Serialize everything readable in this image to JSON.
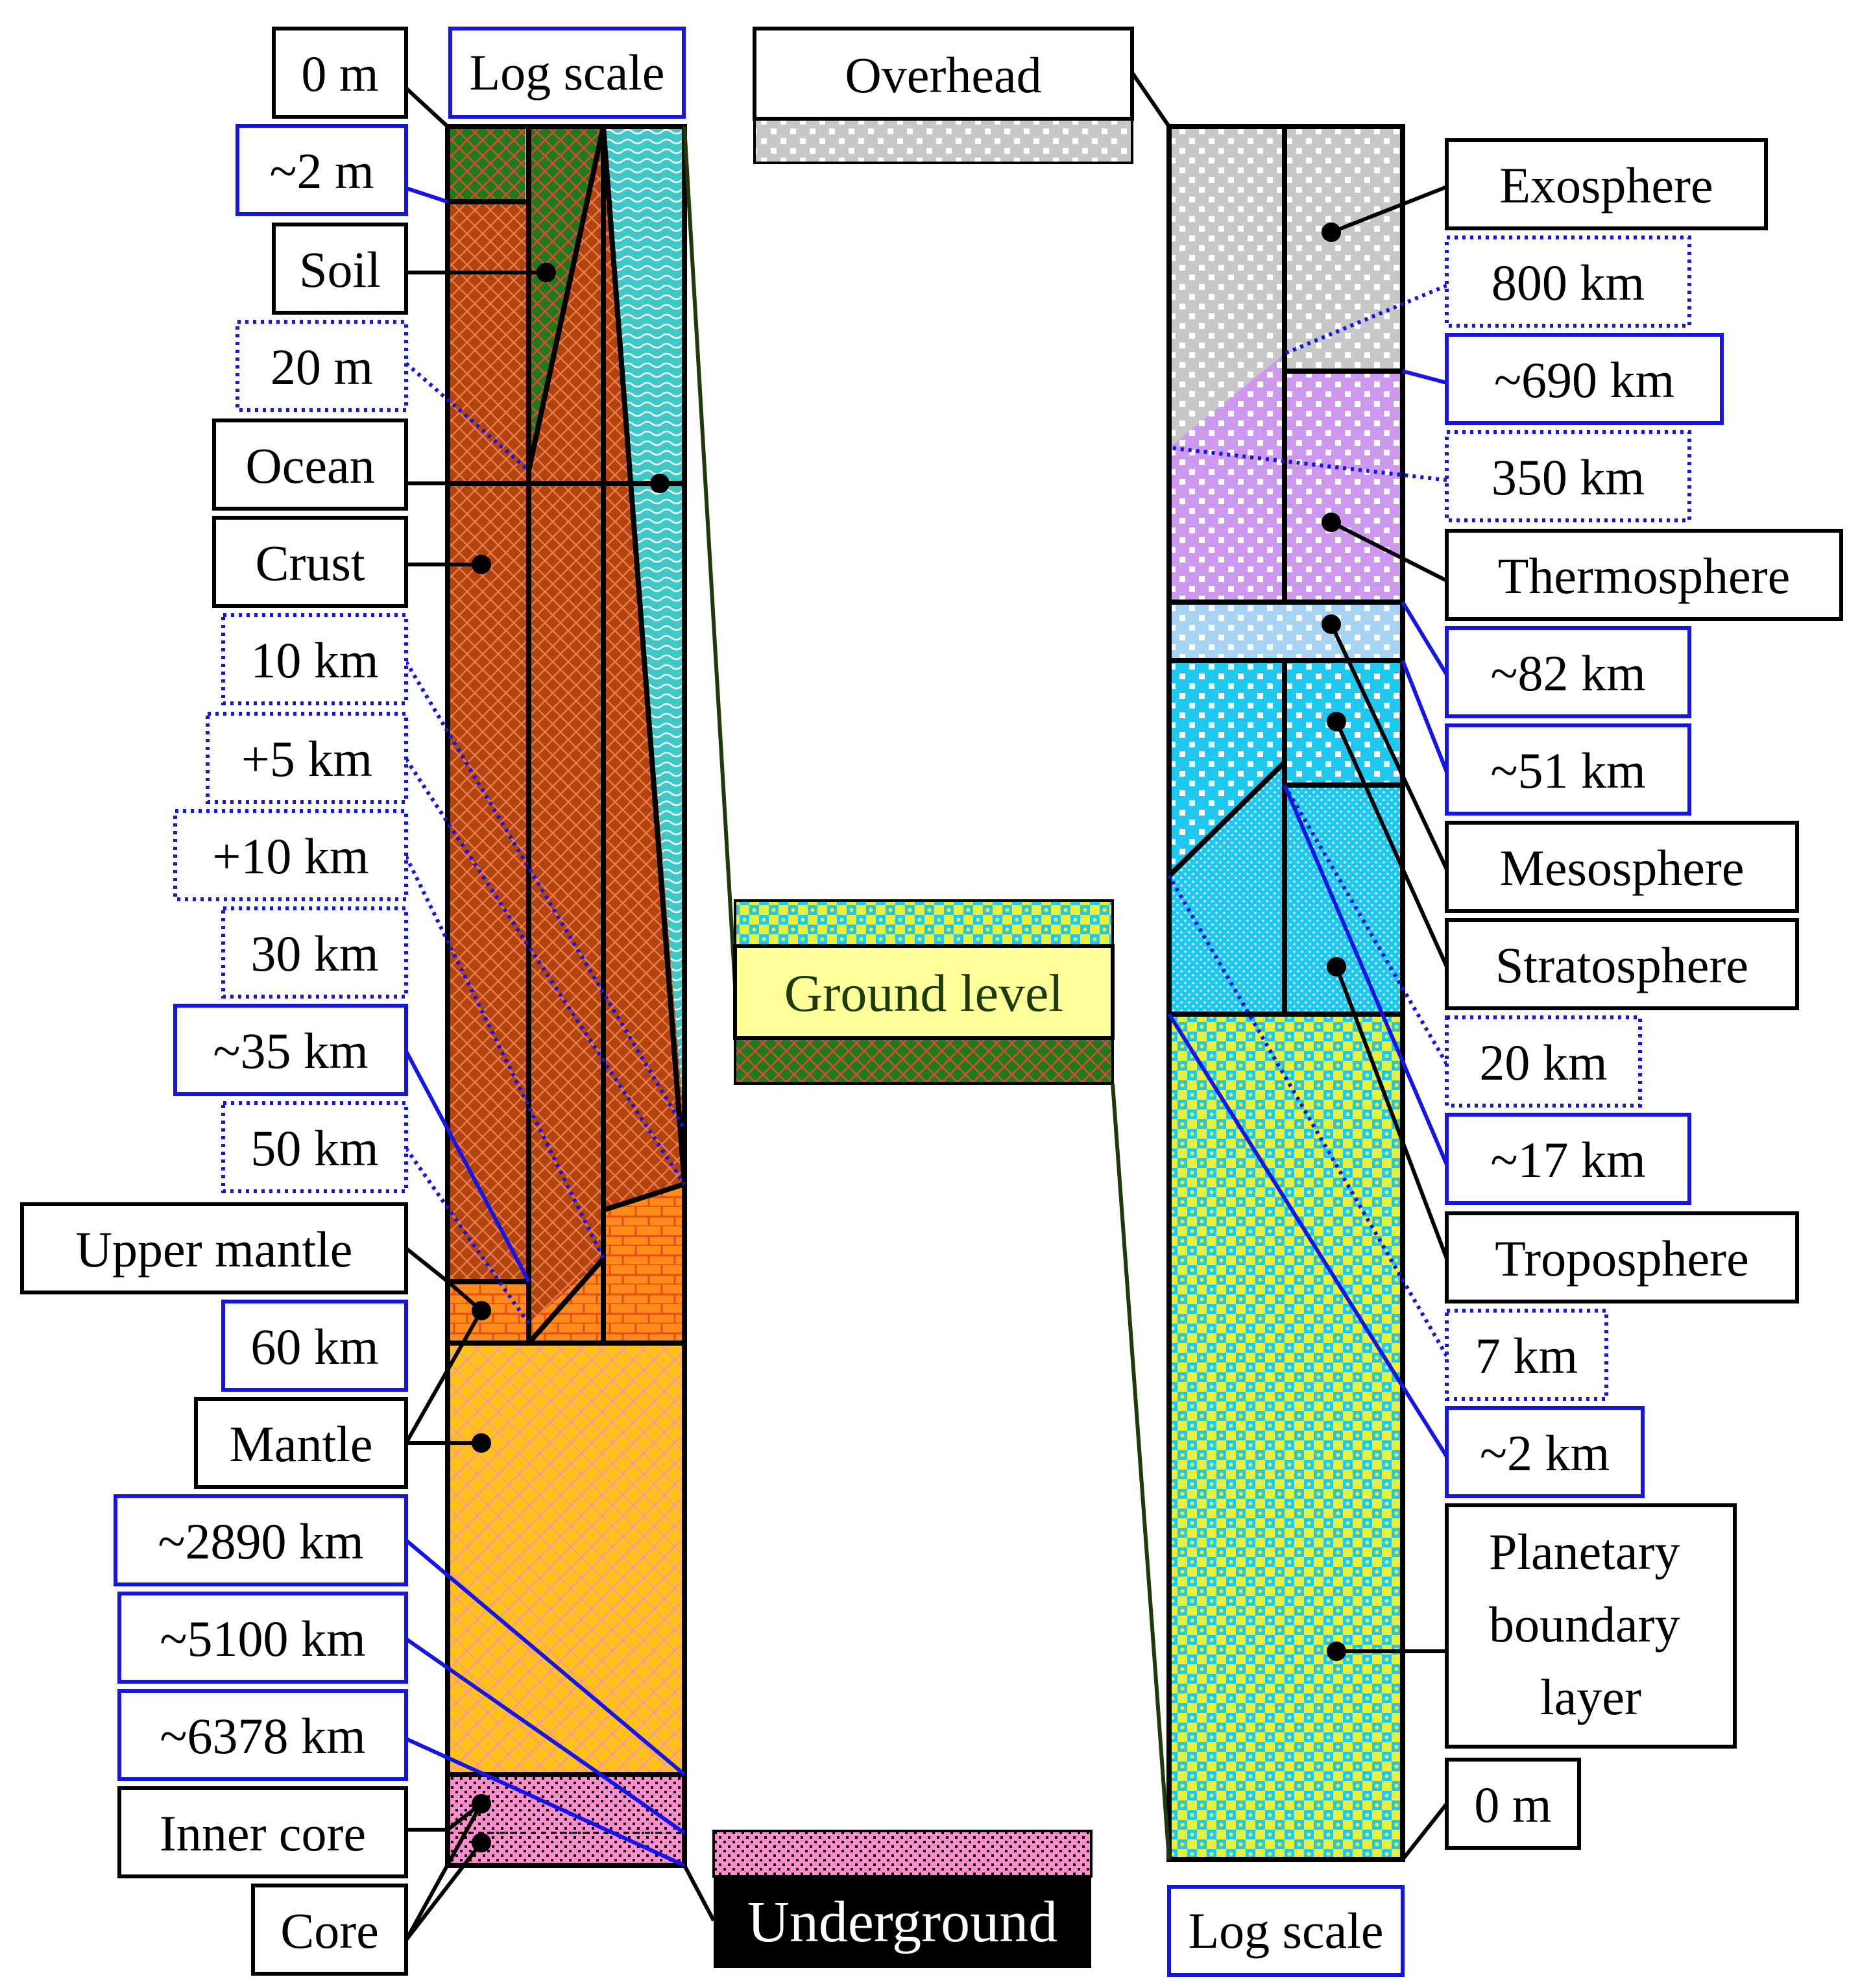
{
  "underground_column": {
    "scale_note": "Log scale",
    "depth_markers": [
      "0 m",
      "~2 m",
      "20 m",
      "10 km",
      "+5 km",
      "+10 km",
      "30 km",
      "~35 km",
      "50 km",
      "60 km",
      "~2890 km",
      "~5100 km",
      "~6378 km"
    ],
    "layers": [
      "Soil",
      "Ocean",
      "Crust",
      "Upper mantle",
      "Mantle",
      "Inner core",
      "Core"
    ]
  },
  "overhead_column": {
    "scale_note": "Log scale",
    "height_markers": [
      "800 km",
      "~690 km",
      "350 km",
      "~82 km",
      "~51 km",
      "20 km",
      "~17 km",
      "7 km",
      "~2 km",
      "0 m"
    ],
    "layers": [
      "Exosphere",
      "Thermosphere",
      "Mesosphere",
      "Stratosphere",
      "Troposphere",
      "Planetary boundary layer"
    ]
  },
  "legend": {
    "overhead": "Overhead",
    "ground_level": "Ground level",
    "underground": "Underground"
  },
  "colors": {
    "soil": "#1e7a1e",
    "crust": "#b04512",
    "ocean": "#3ec8c8",
    "upper_mantle": "#ff8c1a",
    "mantle": "#ffc21a",
    "core": "#ff8ccc",
    "exosphere": "#c8c8c8",
    "thermosphere": "#cc99ee",
    "mesosphere": "#a8d4f4",
    "stratosphere": "#1ec8ee",
    "boundary_layer": "#e8f03a",
    "ground_level_box": "#ffff99",
    "marker_outline": "#1515e6"
  }
}
